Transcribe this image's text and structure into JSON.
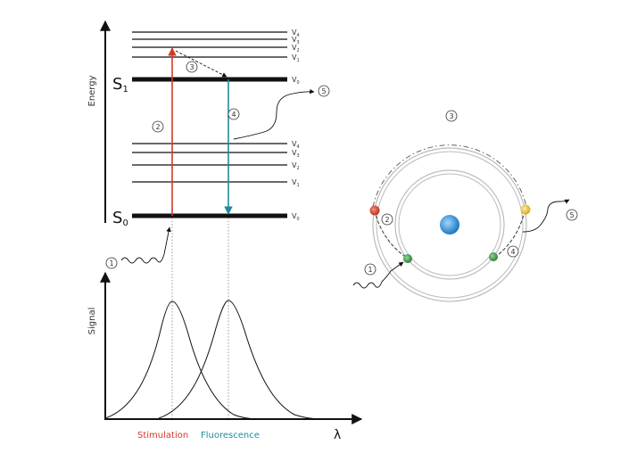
{
  "energy_diagram": {
    "y_axis_label": "Energy",
    "s1_label": {
      "main": "S",
      "sub": "1"
    },
    "s0_label": {
      "main": "S",
      "sub": "0"
    },
    "s1_levels": [
      {
        "label": "V",
        "sub": "4"
      },
      {
        "label": "V",
        "sub": "3"
      },
      {
        "label": "V",
        "sub": "2"
      },
      {
        "label": "V",
        "sub": "1"
      },
      {
        "label": "V",
        "sub": "0"
      }
    ],
    "s0_levels": [
      {
        "label": "V",
        "sub": "4"
      },
      {
        "label": "V",
        "sub": "3"
      },
      {
        "label": "V",
        "sub": "2"
      },
      {
        "label": "V",
        "sub": "1"
      },
      {
        "label": "V",
        "sub": "0"
      }
    ],
    "step_markers": [
      "1",
      "2",
      "3",
      "4",
      "5"
    ],
    "colors": {
      "stimulation": "#d23a2a",
      "fluorescence": "#1f8a9a",
      "level": "#111111"
    }
  },
  "spectrum": {
    "y_axis_label": "Signal",
    "x_axis_label": "λ",
    "legend": [
      {
        "label": "Stimulation",
        "color": "#d23a2a"
      },
      {
        "label": "Fluorescence",
        "color": "#1f8a9a"
      }
    ]
  },
  "atom_diagram": {
    "step_markers": [
      "1",
      "2",
      "3",
      "4",
      "5"
    ],
    "colors": {
      "nucleus": "#2a8fd6",
      "electron_ground": "#3a9a4a",
      "electron_excited_red": "#d24a3a",
      "electron_excited_yellow": "#e6c43a"
    }
  }
}
